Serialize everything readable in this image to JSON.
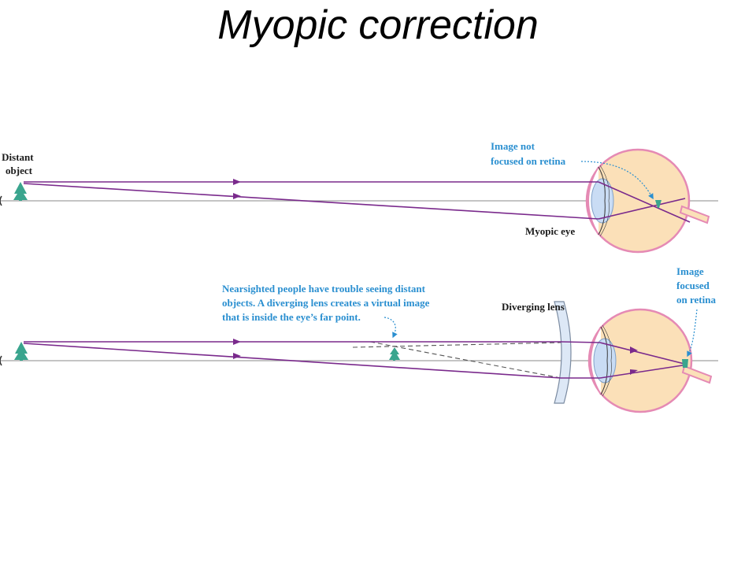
{
  "title": "Myopic correction",
  "panel_top": {
    "object_label": [
      "Distant",
      "object"
    ],
    "image_label": [
      "Image not",
      "focused on retina"
    ],
    "eye_label": "Myopic eye"
  },
  "panel_bottom": {
    "note": [
      "Nearsighted people have trouble seeing distant",
      "objects. A diverging lens creates a virtual image",
      "that is inside the eye’s far point."
    ],
    "lens_label": "Diverging lens",
    "image_label": [
      "Image",
      "focused",
      "on retina"
    ]
  },
  "colors": {
    "ray": "#7a2a8c",
    "axis": "#a0a0a0",
    "tree": "#3aa58e",
    "annotation": "#2a8fd0",
    "eye_fill": "#fbe0b8",
    "eye_outline": "#e58ab4",
    "lens_fill": "#c9dcf4",
    "diverging_lens_fill": "#dde8f6",
    "text": "#1a1a1a"
  }
}
